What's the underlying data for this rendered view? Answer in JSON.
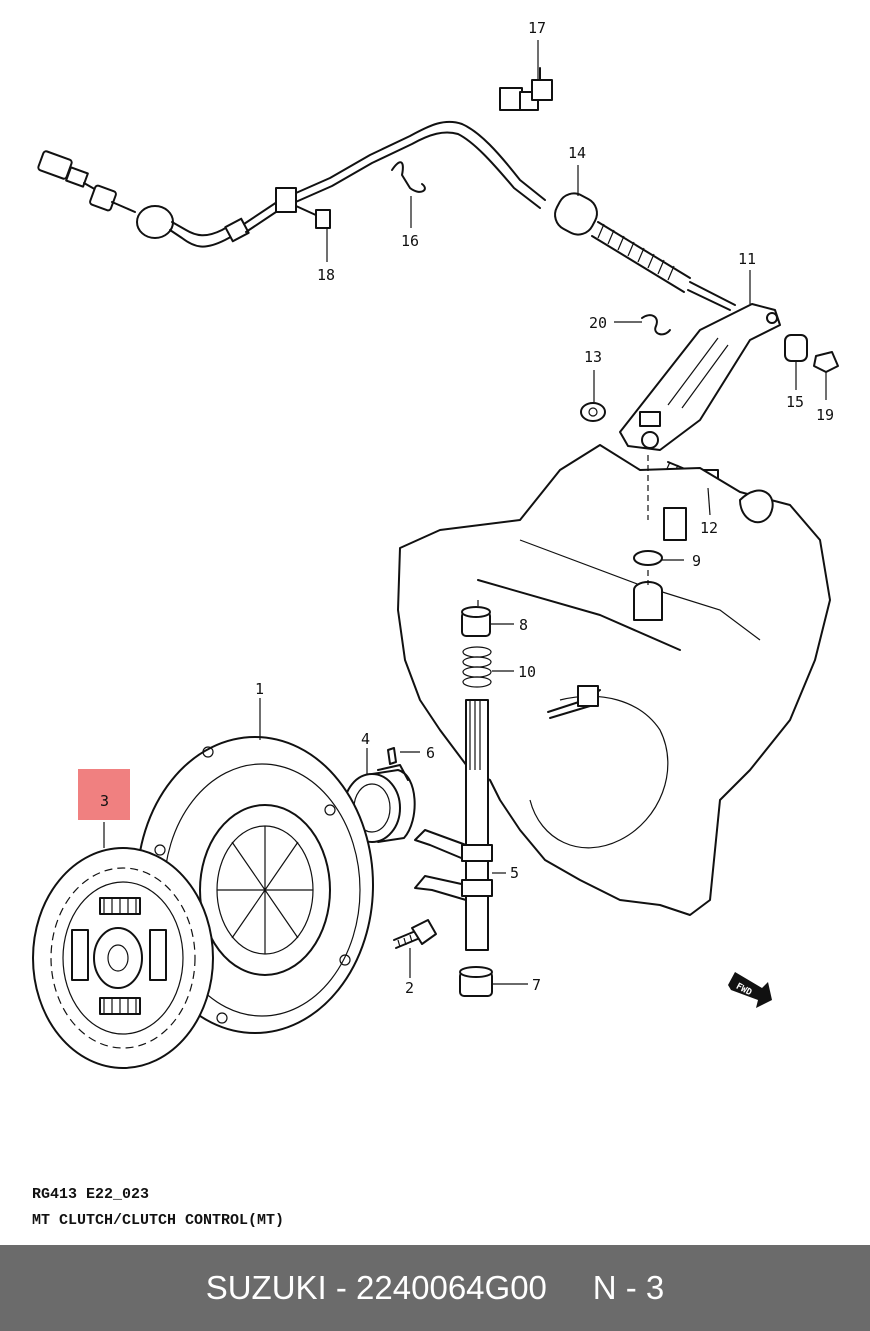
{
  "diagram": {
    "callouts": [
      "1",
      "2",
      "3",
      "4",
      "5",
      "6",
      "7",
      "8",
      "9",
      "10",
      "11",
      "12",
      "13",
      "14",
      "15",
      "16",
      "17",
      "18",
      "19",
      "20"
    ],
    "highlighted_part": "3",
    "highlight_color": "#f08080",
    "fwd_marker": "FWD"
  },
  "caption": {
    "line1": "RG413 E22_023",
    "line2": "MT CLUTCH/CLUTCH CONTROL(MT)"
  },
  "footer": {
    "text": "SUZUKI - 2240064G00     N - 3",
    "background_color": "#6b6b6b"
  }
}
